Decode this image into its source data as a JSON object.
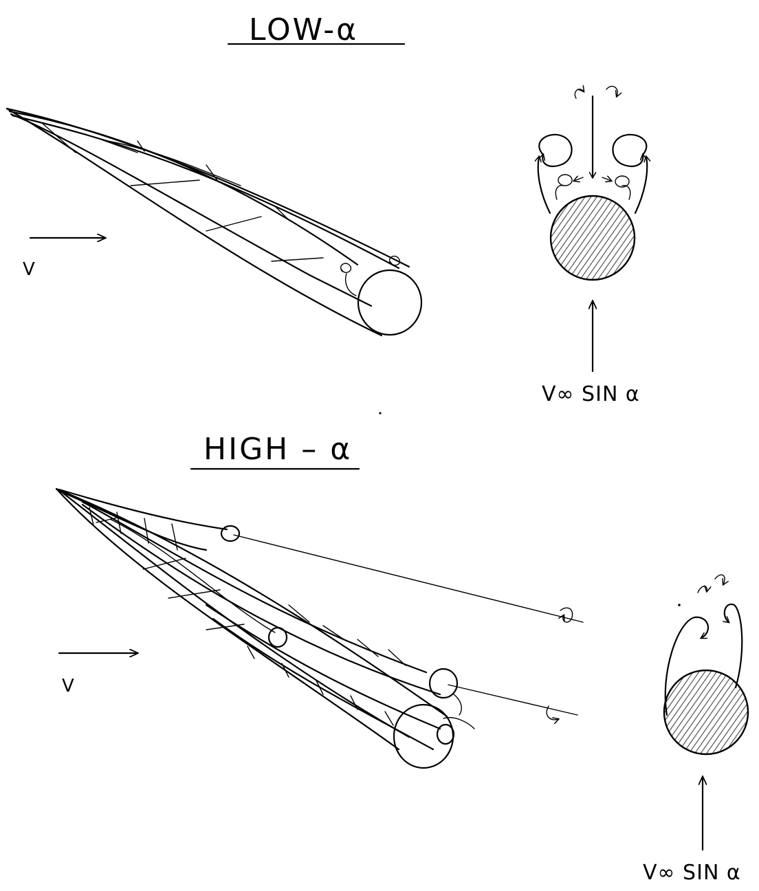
{
  "low": {
    "title": "LOW-α",
    "velocity_label": "V",
    "crossflow_label": "V∞ SIN α"
  },
  "high": {
    "title": "HIGH – α",
    "velocity_label": "V",
    "crossflow_label": "V∞ SIN α"
  }
}
